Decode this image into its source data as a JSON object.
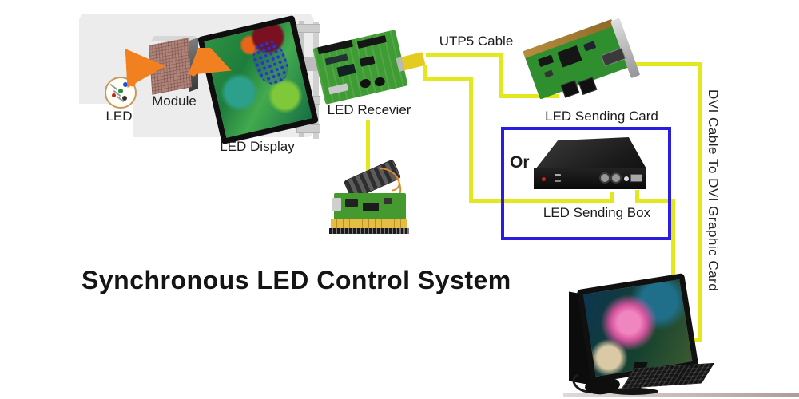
{
  "title": "Synchronous LED Control System",
  "labels": {
    "led": "LED",
    "module": "Module",
    "led_display": "LED Display",
    "led_receiver": "LED Recevier",
    "utp5_cable": "UTP5 Cable",
    "led_sending_card": "LED Sending Card",
    "or": "Or",
    "led_sending_box": "LED Sending Box",
    "dvi_cable": "DVI Cable To DVI Graphic Card"
  },
  "colors": {
    "cable": "#e3e71e",
    "highlight_box": "#2a1de0",
    "arrow": "#f08020"
  }
}
